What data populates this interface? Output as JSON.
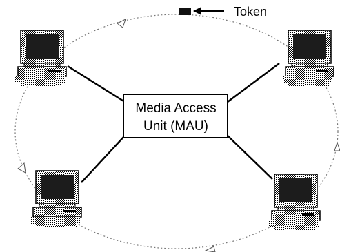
{
  "mau": {
    "line1": "Media Access",
    "line2": "Unit (MAU)"
  },
  "token": {
    "label": "Token"
  },
  "icons": {
    "computer": "computer-icon",
    "token": "token-block-icon",
    "arrow": "left-arrow-icon",
    "ring_arrow": "ring-direction-arrow-icon"
  },
  "colors": {
    "line": "#000000",
    "ring": "#777777",
    "background": "#ffffff"
  }
}
